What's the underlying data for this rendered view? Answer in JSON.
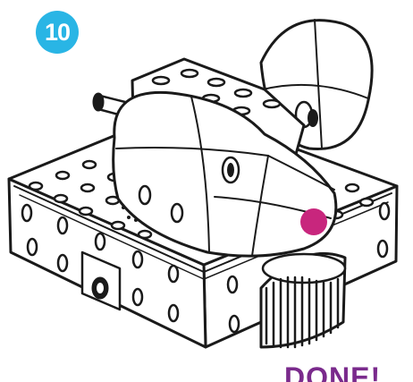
{
  "step": {
    "number": "10",
    "badge_color": "#29b5e5"
  },
  "completion_label": "DONE!",
  "colors": {
    "outline": "#1a1a1a",
    "fill": "#ffffff",
    "accent_dot": "#c8267d",
    "done_text": "#7a2a8c"
  },
  "icons": [
    "robot-head-illustration",
    "pink-dot-indicator",
    "gear-wheel",
    "axle-peg"
  ]
}
